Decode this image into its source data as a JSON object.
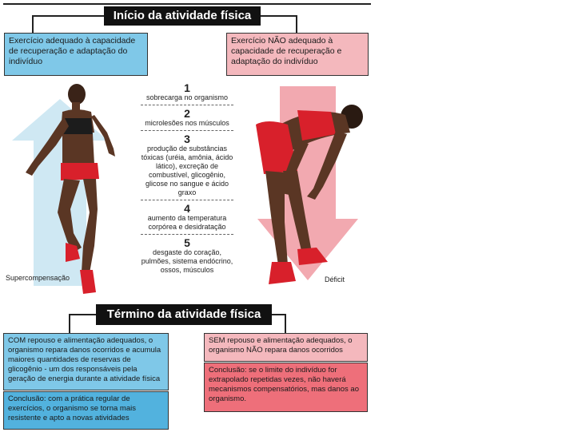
{
  "title_start": "Início da atividade física",
  "title_end": "Término da atividade física",
  "box_left_top": "Exercício adequado à capacidade de recuperação e adaptação do indivíduo",
  "box_right_top": "Exercício NÃO adequado à capacidade de recuperação e adaptação do indivíduo",
  "steps": [
    {
      "num": "1",
      "text": "sobrecarga no organismo"
    },
    {
      "num": "2",
      "text": "microlesões nos músculos"
    },
    {
      "num": "3",
      "text": "produção de substâncias tóxicas (uréia, amônia, ácido lático), excreção de combustível, glicogênio, glicose no sangue e ácido graxo"
    },
    {
      "num": "4",
      "text": "aumento da temperatura corpórea e desidratação"
    },
    {
      "num": "5",
      "text": "desgaste do coração, pulmões, sistema endócrino, ossos, músculos"
    }
  ],
  "label_left": "Supercompensação",
  "label_right": "Déficit",
  "box_left_bottom": "COM repouso e alimentação adequados, o organismo repara danos ocorridos e acumula maiores quantidades de reservas de glicogênio - um dos responsáveis pela geração de energia durante a atividade física",
  "box_left_conclusion": "Conclusão: com a prática regular de exercícios, o organismo se torna mais resistente e apto a novas atividades",
  "box_right_bottom": "SEM repouso e alimentação adequados, o organismo NÃO repara danos ocorridos",
  "box_right_conclusion": "Conclusão: se o limite do indivíduo for extrapolado repetidas vezes, não haverá mecanismos compensatórios, mas danos ao organismo.",
  "colors": {
    "up_arrow": "#cfe8f3",
    "down_arrow": "#f2a9b0",
    "blue_box": "#7fc8e8",
    "pink_box": "#f4b8bd"
  }
}
